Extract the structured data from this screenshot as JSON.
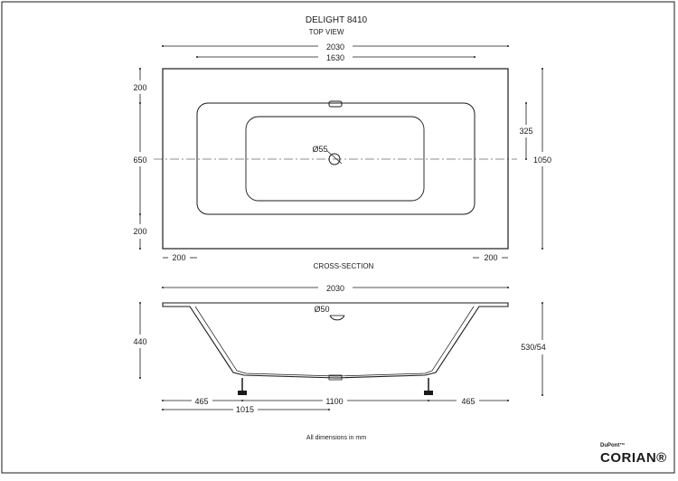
{
  "header": {
    "title": "DELIGHT 8410",
    "subtitle": "TOP VIEW"
  },
  "top_view": {
    "overall_length": "2030",
    "inner_length": "1630",
    "top_margin": "200",
    "middle_width": "650",
    "bottom_margin": "200",
    "overall_width": "1050",
    "drain_offset": "325",
    "drain_diameter": "Ø55",
    "left_margin": "200",
    "right_margin": "200"
  },
  "cross_section": {
    "label": "CROSS-SECTION",
    "overall_length": "2030",
    "overflow_diameter": "Ø50",
    "depth": "440",
    "total_height": "530/54",
    "left_foot": "465",
    "foot_span": "1100",
    "right_foot": "465",
    "foot_offset": "1015"
  },
  "footer": {
    "note": "All dimensions in mm",
    "brand_small": "DuPont™",
    "brand_big": "CORIAN®"
  }
}
